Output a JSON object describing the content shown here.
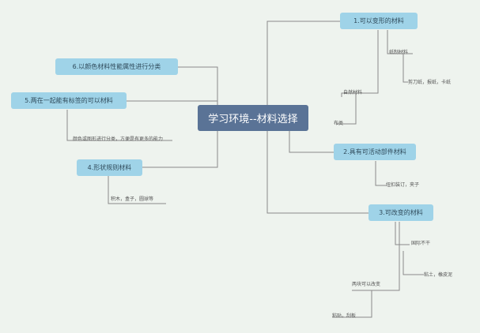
{
  "root": {
    "label": "学习环境--材料选择"
  },
  "branches": [
    {
      "label": "1.可以变形的材料"
    },
    {
      "label": "2.具有可活动部件材料"
    },
    {
      "label": "3.可改变的材料"
    },
    {
      "label": "4.形状规则材料"
    },
    {
      "label": "5.两在一起能有标签的可以材料"
    },
    {
      "label": "6.以颜色材料性能属性进行分类"
    }
  ],
  "leaves": {
    "b1_sub1": "纸制材料",
    "b1_sub1_detail": "剪刀纸，报纸，卡纸",
    "b1_sub2": "自然材料",
    "b1_sub3": "布类",
    "b2_sub1": "纽扣装订，夹子",
    "b3_sub1": "国际不干",
    "b3_sub1_detail": "粘土，橡皮泥",
    "b3_sub2": "两块可以改变",
    "b3_sub2_detail": "粘贴，刮板",
    "b4_sub1": "积木，盒子，圆球等",
    "b5_sub1": "颜色或图形进行分类，方便是有更多的能力"
  },
  "colors": {
    "background": "#eef3ee",
    "root": "#5a7396",
    "branch": "#9fd3e8",
    "line": "#8a8a8a"
  }
}
